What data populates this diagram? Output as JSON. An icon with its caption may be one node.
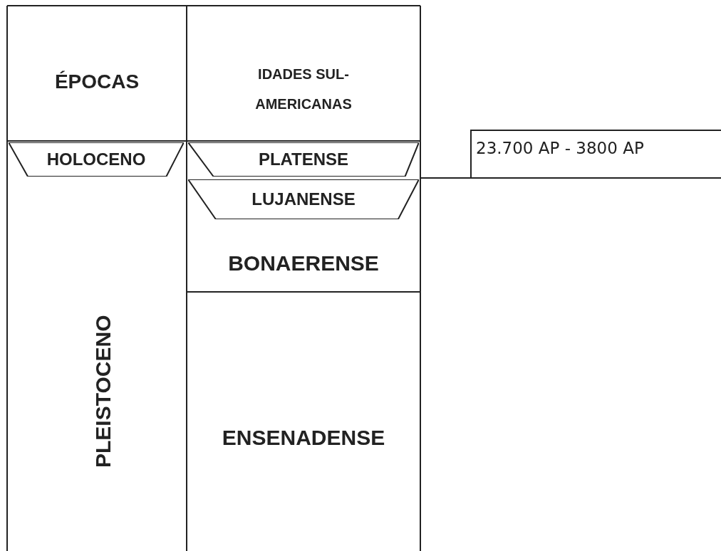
{
  "diagram": {
    "nodes": [
      {
        "text": [
          "ÉPOCAS"
        ]
      },
      {
        "text": [
          "IDADES SUL-AMERICANAS"
        ]
      },
      {
        "text": [
          "HOLOCENO"
        ]
      },
      {
        "text": [
          "PLEISTOCENO"
        ]
      },
      {
        "text": [
          "PLATENSE"
        ]
      },
      {
        "text": [
          "LUJANENSE"
        ]
      },
      {
        "text": [
          "BONAERENSE"
        ]
      },
      {
        "text": [
          "ENSENADENSE"
        ]
      },
      {
        "text": [
          "23.700 AP - 3800 AP"
        ]
      }
    ],
    "edges": [
      {
        "from": 5,
        "to": 8,
        "arrow": "none"
      }
    ]
  }
}
